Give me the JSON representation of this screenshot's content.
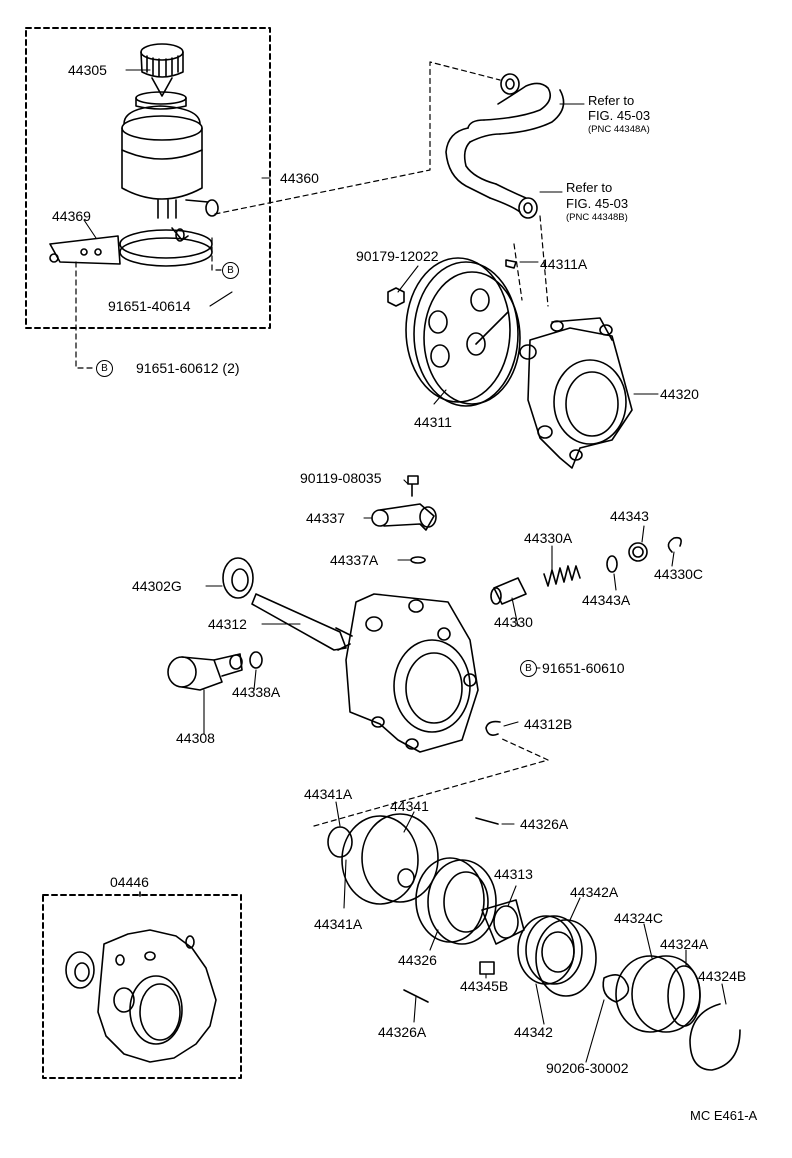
{
  "labels": {
    "p44305": "44305",
    "p44360": "44360",
    "p44369": "44369",
    "p91651_40614": "91651-40614",
    "p91651_60612": "91651-60612 (2)",
    "circ_b": "B",
    "refer1_l1": "Refer to",
    "refer1_l2": "FIG. 45-03",
    "refer1_l3": "(PNC 44348A)",
    "refer2_l1": "Refer to",
    "refer2_l2": "FIG. 45-03",
    "refer2_l3": "(PNC 44348B)",
    "p90179_12022": "90179-12022",
    "p44311A": "44311A",
    "p44311": "44311",
    "p44320": "44320",
    "p90119_08035": "90119-08035",
    "p44337": "44337",
    "p44337A": "44337A",
    "p44302G": "44302G",
    "p44312": "44312",
    "p44338A": "44338A",
    "p44308": "44308",
    "p44330A": "44330A",
    "p44343": "44343",
    "p44330C": "44330C",
    "p44343A": "44343A",
    "p44330": "44330",
    "p91651_60610": "91651-60610",
    "p44312B": "44312B",
    "p44341A_top": "44341A",
    "p44341": "44341",
    "p44326A_top": "44326A",
    "p44313": "44313",
    "p44342A": "44342A",
    "p44324C": "44324C",
    "p44324A": "44324A",
    "p44324B": "44324B",
    "p44341A_bot": "44341A",
    "p44326": "44326",
    "p44345B": "44345B",
    "p44342": "44342",
    "p44326A_bot": "44326A",
    "p90206_30002": "90206-30002",
    "p04446": "04446",
    "figure_code": "MC E461-A"
  }
}
